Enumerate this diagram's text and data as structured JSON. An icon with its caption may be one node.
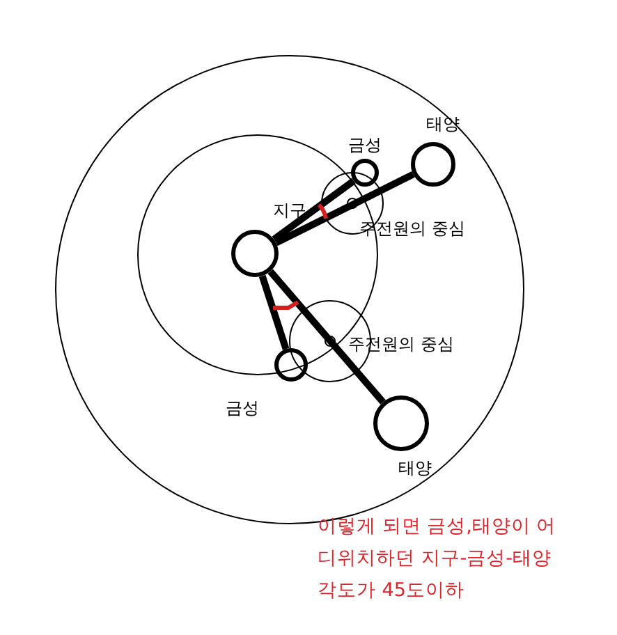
{
  "diagram": {
    "nodes": [
      {
        "text": [],
        "shape": "circle",
        "beside": [
          "지구"
        ]
      },
      {
        "text": [],
        "shape": "circle",
        "beside": [
          "금성"
        ]
      },
      {
        "text": [],
        "shape": "circle",
        "beside": [
          "태양"
        ]
      },
      {
        "text": [],
        "shape": "circle",
        "beside": [
          "주전원의 중심"
        ]
      },
      {
        "text": [],
        "shape": "circle",
        "beside": [
          "금성"
        ]
      },
      {
        "text": [],
        "shape": "circle",
        "beside": [
          "태양"
        ]
      },
      {
        "text": [],
        "shape": "circle",
        "beside": [
          "주전원의 중심"
        ]
      }
    ],
    "edges": [
      {
        "from": 0,
        "to": 1,
        "arrow": "none"
      },
      {
        "from": 0,
        "to": 2,
        "arrow": "none"
      },
      {
        "from": 0,
        "to": 4,
        "arrow": "none"
      },
      {
        "from": 0,
        "to": 5,
        "arrow": "none"
      }
    ],
    "labels": [
      "이렇게 되면 금성,태양이 어디위치하던 지구-금성-태양 각도가 45도이하"
    ]
  }
}
